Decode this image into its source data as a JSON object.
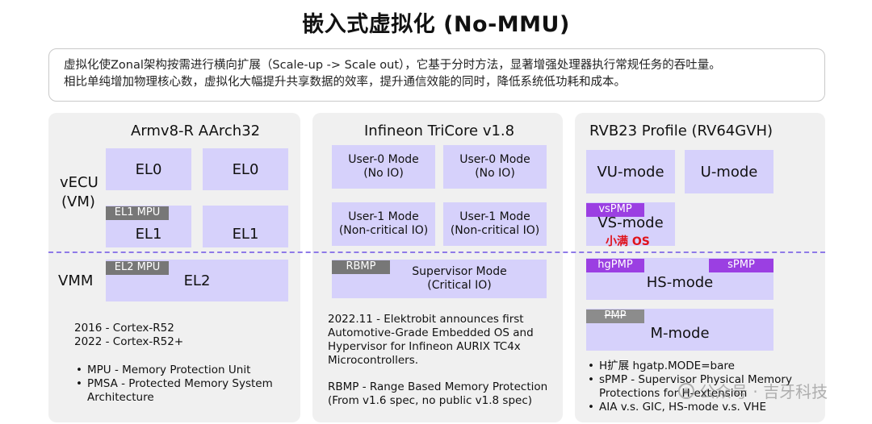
{
  "title": "嵌入式虚拟化 (No-MMU)",
  "intro": {
    "line1": "虚拟化使Zonal架构按需进行横向扩展（Scale-up -> Scale out），它基于分时方法，显著增强处理器执行常规任务的吞吐量。",
    "line2": "相比单纯增加物理核心数，虚拟化大幅提升共享数据的效率，提升通信效能的同时，降低系统低功耗和成本。"
  },
  "row_labels": {
    "vecu": "vECU",
    "vm": "(VM)",
    "vmm": "VMM"
  },
  "arm": {
    "title": "Armv8-R AArch32",
    "el0_a": "EL0",
    "el0_b": "EL0",
    "el1_mpu": "EL1 MPU",
    "el1_a": "EL1",
    "el1_b": "EL1",
    "el2_mpu": "EL2 MPU",
    "el2": "EL2",
    "notes": [
      "2016 - Cortex-R52",
      "2022 - Cortex-R52+"
    ],
    "bullets": [
      "MPU - Memory Protection Unit",
      "PMSA - Protected Memory System",
      "Architecture"
    ]
  },
  "tricore": {
    "title": "Infineon TriCore v1.8",
    "user0_a": [
      "User-0 Mode",
      "(No IO)"
    ],
    "user0_b": [
      "User-0 Mode",
      "(No IO)"
    ],
    "user1_a": [
      "User-1 Mode",
      "(Non-critical IO)"
    ],
    "user1_b": [
      "User-1 Mode",
      "(Non-critical IO)"
    ],
    "rbmp": "RBMP",
    "supervisor": [
      "Supervisor Mode",
      "(Critical IO)"
    ],
    "notes": [
      "2022.11 - Elektrobit announces first",
      "Automotive-Grade Embedded OS and",
      "Hypervisor for Infineon AURIX TC4x",
      "Microcontrollers."
    ],
    "notes2": [
      "RBMP - Range Based Memory Protection",
      "(From v1.6 spec, no public v1.8 spec)"
    ]
  },
  "rvb": {
    "title": "RVB23 Profile (RV64GVH)",
    "vu": "VU-mode",
    "u": "U-mode",
    "vspmp": "vsPMP",
    "vs": "VS-mode",
    "os": "小满 OS",
    "hgpmp": "hgPMP",
    "spmp": "sPMP",
    "hs": "HS-mode",
    "pmp": "PMP",
    "m": "M-mode",
    "bullets": [
      "H扩展 hgatp.MODE=bare",
      "sPMP - Supervisor Physical Memory",
      "Protections for H-extension",
      "AIA v.s. GIC, HS-mode v.s. VHE"
    ]
  },
  "watermark": "公众号 · 吉牙科技",
  "colors": {
    "box": "#d6d1fb",
    "panel": "#f0f0f0",
    "tag_gray": "#777777",
    "tag_purple": "#9b3fe2",
    "dash": "#8e7ae8",
    "red": "#e0121a"
  }
}
